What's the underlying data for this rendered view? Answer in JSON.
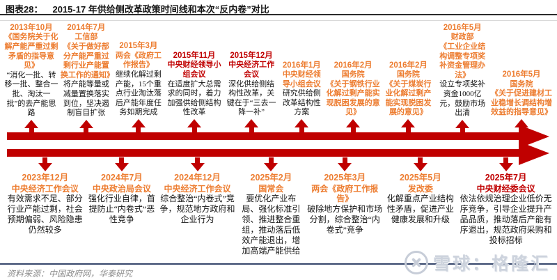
{
  "header": {
    "title_prefix": "图表28：",
    "title": "2015-17 年供给侧改革政策时间线和本次“反内卷”对比"
  },
  "colors": {
    "timeline_red": "#C00000",
    "accent_orange": "#ED7D31",
    "accent_red": "#C00000"
  },
  "timeline": {
    "top_events": [
      {
        "date": "2013年10月",
        "head": "《国务院关于化解产能严重过剩矛盾的指导意见》",
        "body": "“消化一批、转移一批、整合一批、淘汰一批”的去产能思路",
        "accent": "orange"
      },
      {
        "date": "2014年7月",
        "head": "工信部\n《关于做好部分产能严重过剩行业产能置换工作的通知》",
        "body": "将产能等量或减量置换落实到位，坚决遏制盲目扩张",
        "accent": "orange"
      },
      {
        "date": "2015年3月",
        "head": "两会《政府工作报告》",
        "body": "继续化解过剩产能，15个重点行业淘汰落后产能年度任务如期完成",
        "accent": "orange"
      },
      {
        "date": "2015年11月",
        "head": "中央财经领导小组会议",
        "body": "在适度扩大总需求的同时，着力加强供给侧结构性改革",
        "accent": "red"
      },
      {
        "date": "2015年12月",
        "head": "中央经济工作会议",
        "body": "深化供给侧结构性改革，关键在于“三去一降一补”",
        "accent": "red"
      },
      {
        "date": "2016年1月",
        "head": "中央财经领导小组会议",
        "body": "研究供给侧改革结构性方案",
        "accent": "orange"
      },
      {
        "date": "2016年2月",
        "head": "国务院\n《关于钢铁行业化解过剩产能实现脱困发展的意见》",
        "body": "",
        "accent": "orange"
      },
      {
        "date": "2016年2月",
        "head": "国务院\n《关于煤炭行业化解过剩产能实现脱困发展的意见》",
        "body": "",
        "accent": "orange"
      },
      {
        "date": "2016年5月",
        "head": "财政部\n《工业企业结构调整专项奖补资金管理办法》",
        "body": "设立专项奖补资金1000亿元，鼓励市场出清",
        "accent": "orange"
      },
      {
        "date": "2016年5月",
        "head": "国务院\n《关于促进建材工业稳增长调结构增效益的指导意见》",
        "body": "",
        "accent": "orange"
      }
    ],
    "bottom_events": [
      {
        "date": "2023年12月",
        "head": "中央经济工作会议",
        "body": "有效需求不足、部分行业产能过剩，社会预期偏弱、风险隐患仍然较多",
        "accent": "orange"
      },
      {
        "date": "2024年7月",
        "head": "中央政治局会议",
        "body": "强化行业自律，首提防止“内卷式”恶性竞争",
        "accent": "orange"
      },
      {
        "date": "2024年12月",
        "head": "中央经济工作会议",
        "body": "综合整治“内卷式”竞争，规范地方政府和企业行为",
        "accent": "orange"
      },
      {
        "date": "2025年2月",
        "head": "国常会",
        "body": "要优化产业布局、强化标准引领、推进整合重组，推动落后低效产能退出，增加高端产能供给",
        "accent": "orange"
      },
      {
        "date": "2025年3月",
        "head": "两会《政府工作报告》",
        "body": "破除地方保护和市场分割，综合整治“内卷式”竞争",
        "accent": "orange"
      },
      {
        "date": "2025年5月",
        "head": "发改委",
        "body": "化解重点产业结构性矛盾，促进产业健康发展和升级",
        "accent": "orange"
      },
      {
        "date": "2025年7月",
        "head": "中央财经委会议",
        "body": "依法依规治理企业低价无序竞争，引导企业提升产品品质，推动落后产能有序退出，规范政府采购和投标招标",
        "accent": "red"
      }
    ]
  },
  "footer": {
    "source": "资料来源：中国政府网，华泰研究"
  },
  "watermark": {
    "text": "雪球：格隆汇"
  }
}
